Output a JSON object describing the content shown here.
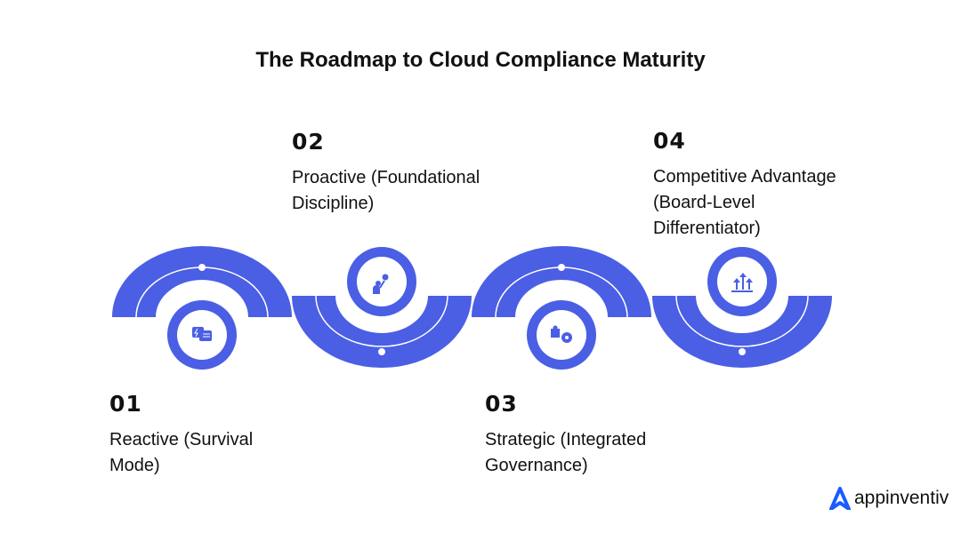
{
  "title": "The Roadmap to Cloud Compliance Maturity",
  "accent_color": "#4A5FE4",
  "steps": [
    {
      "number": "01",
      "label": "Reactive (Survival Mode)",
      "icon": "chat-lightning-icon"
    },
    {
      "number": "02",
      "label": "Proactive (Foundational Discipline)",
      "icon": "person-lightbulb-icon"
    },
    {
      "number": "03",
      "label": "Strategic (Integrated Governance)",
      "icon": "puzzle-gear-icon"
    },
    {
      "number": "04",
      "label": "Competitive Advantage (Board-Level Differentiator)",
      "icon": "arrows-up-icon"
    }
  ],
  "brand": {
    "name": "appinventiv",
    "color": "#1A5CFF"
  }
}
